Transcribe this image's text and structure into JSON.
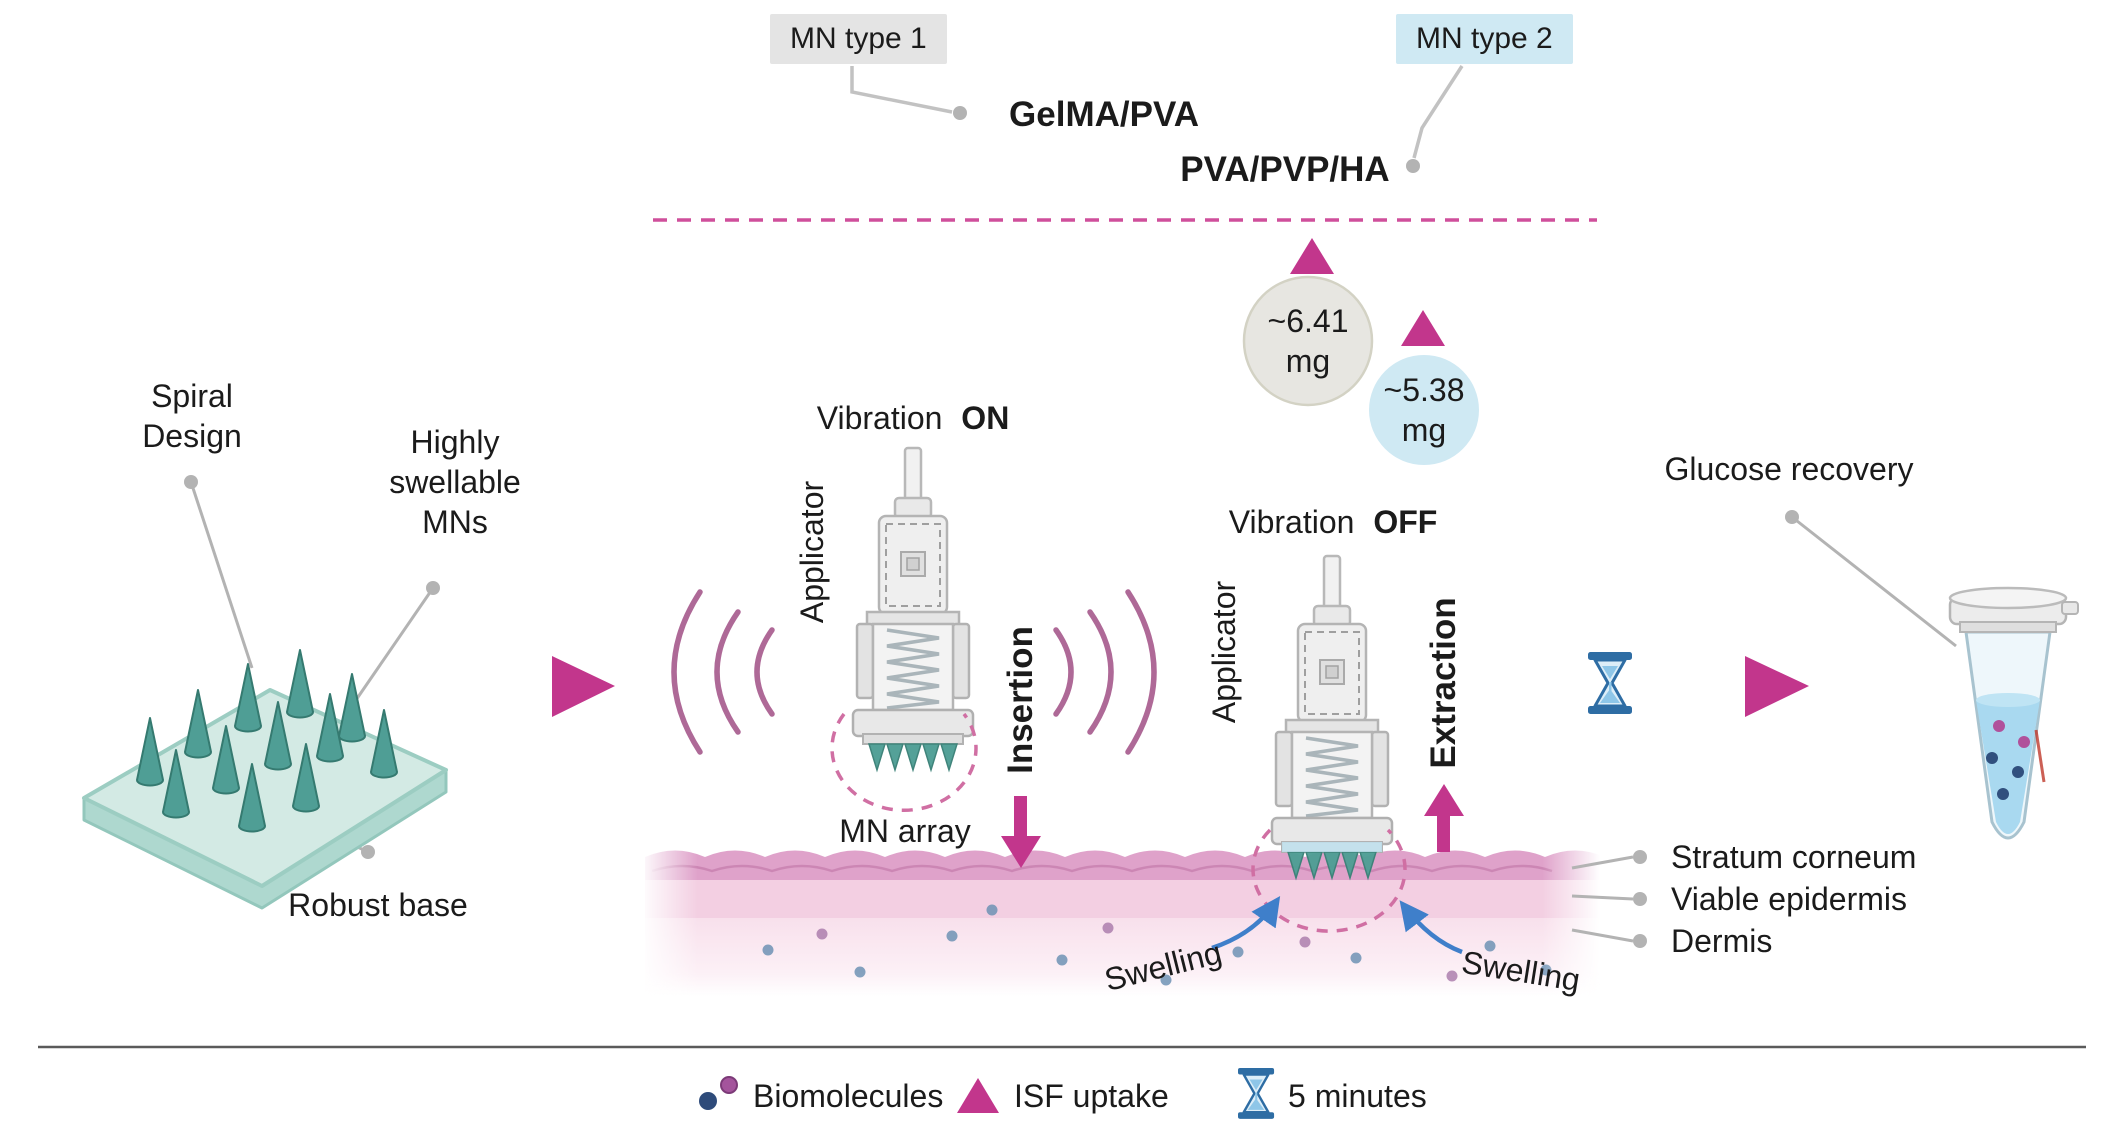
{
  "top": {
    "mn_type_1": "MN type 1",
    "mn_type_2": "MN type 2",
    "material_1": "GelMA/PVA",
    "material_2": "PVA/PVP/HA",
    "uptake_1_value": "~6.41",
    "uptake_1_unit": "mg",
    "uptake_2_value": "~5.38",
    "uptake_2_unit": "mg"
  },
  "patch": {
    "spiral_line1": "Spiral",
    "spiral_line2": "Design",
    "swellable_line1": "Highly",
    "swellable_line2": "swellable",
    "swellable_line3": "MNs",
    "robust_base": "Robust base"
  },
  "insertion_stage": {
    "vibration": "Vibration",
    "state": "ON",
    "applicator": "Applicator",
    "action": "Insertion",
    "mn_array": "MN array"
  },
  "extraction_stage": {
    "vibration": "Vibration",
    "state": "OFF",
    "applicator": "Applicator",
    "action": "Extraction",
    "swelling_left": "Swelling",
    "swelling_right": "Swelling"
  },
  "skin": {
    "stratum_corneum": "Stratum corneum",
    "viable_epidermis": "Viable epidermis",
    "dermis": "Dermis"
  },
  "recovery": {
    "label": "Glucose recovery"
  },
  "legend": {
    "biomolecules": "Biomolecules",
    "isf_uptake": "ISF uptake",
    "duration": "5 minutes"
  },
  "icons": {
    "timer": "hourglass",
    "isf_uptake": "triangle-up",
    "biomolecules": "dots-cluster",
    "flow": "triangle-right"
  },
  "colors": {
    "accent_magenta": "#c2368c",
    "needle_teal": "#4f9e95",
    "tag1_bg": "#e4e4e4",
    "tag2_bg": "#cfe9f3",
    "circle1_bg": "#e7e6e1",
    "circle2_bg": "#cfe9f3",
    "skin_stratum": "#dfa2ca",
    "skin_epidermis": "#f3cfe2",
    "skin_dermis": "#f8e0ec",
    "hourglass_blue": "#2e6da4",
    "swelling_arrow_blue": "#3f7fca"
  }
}
